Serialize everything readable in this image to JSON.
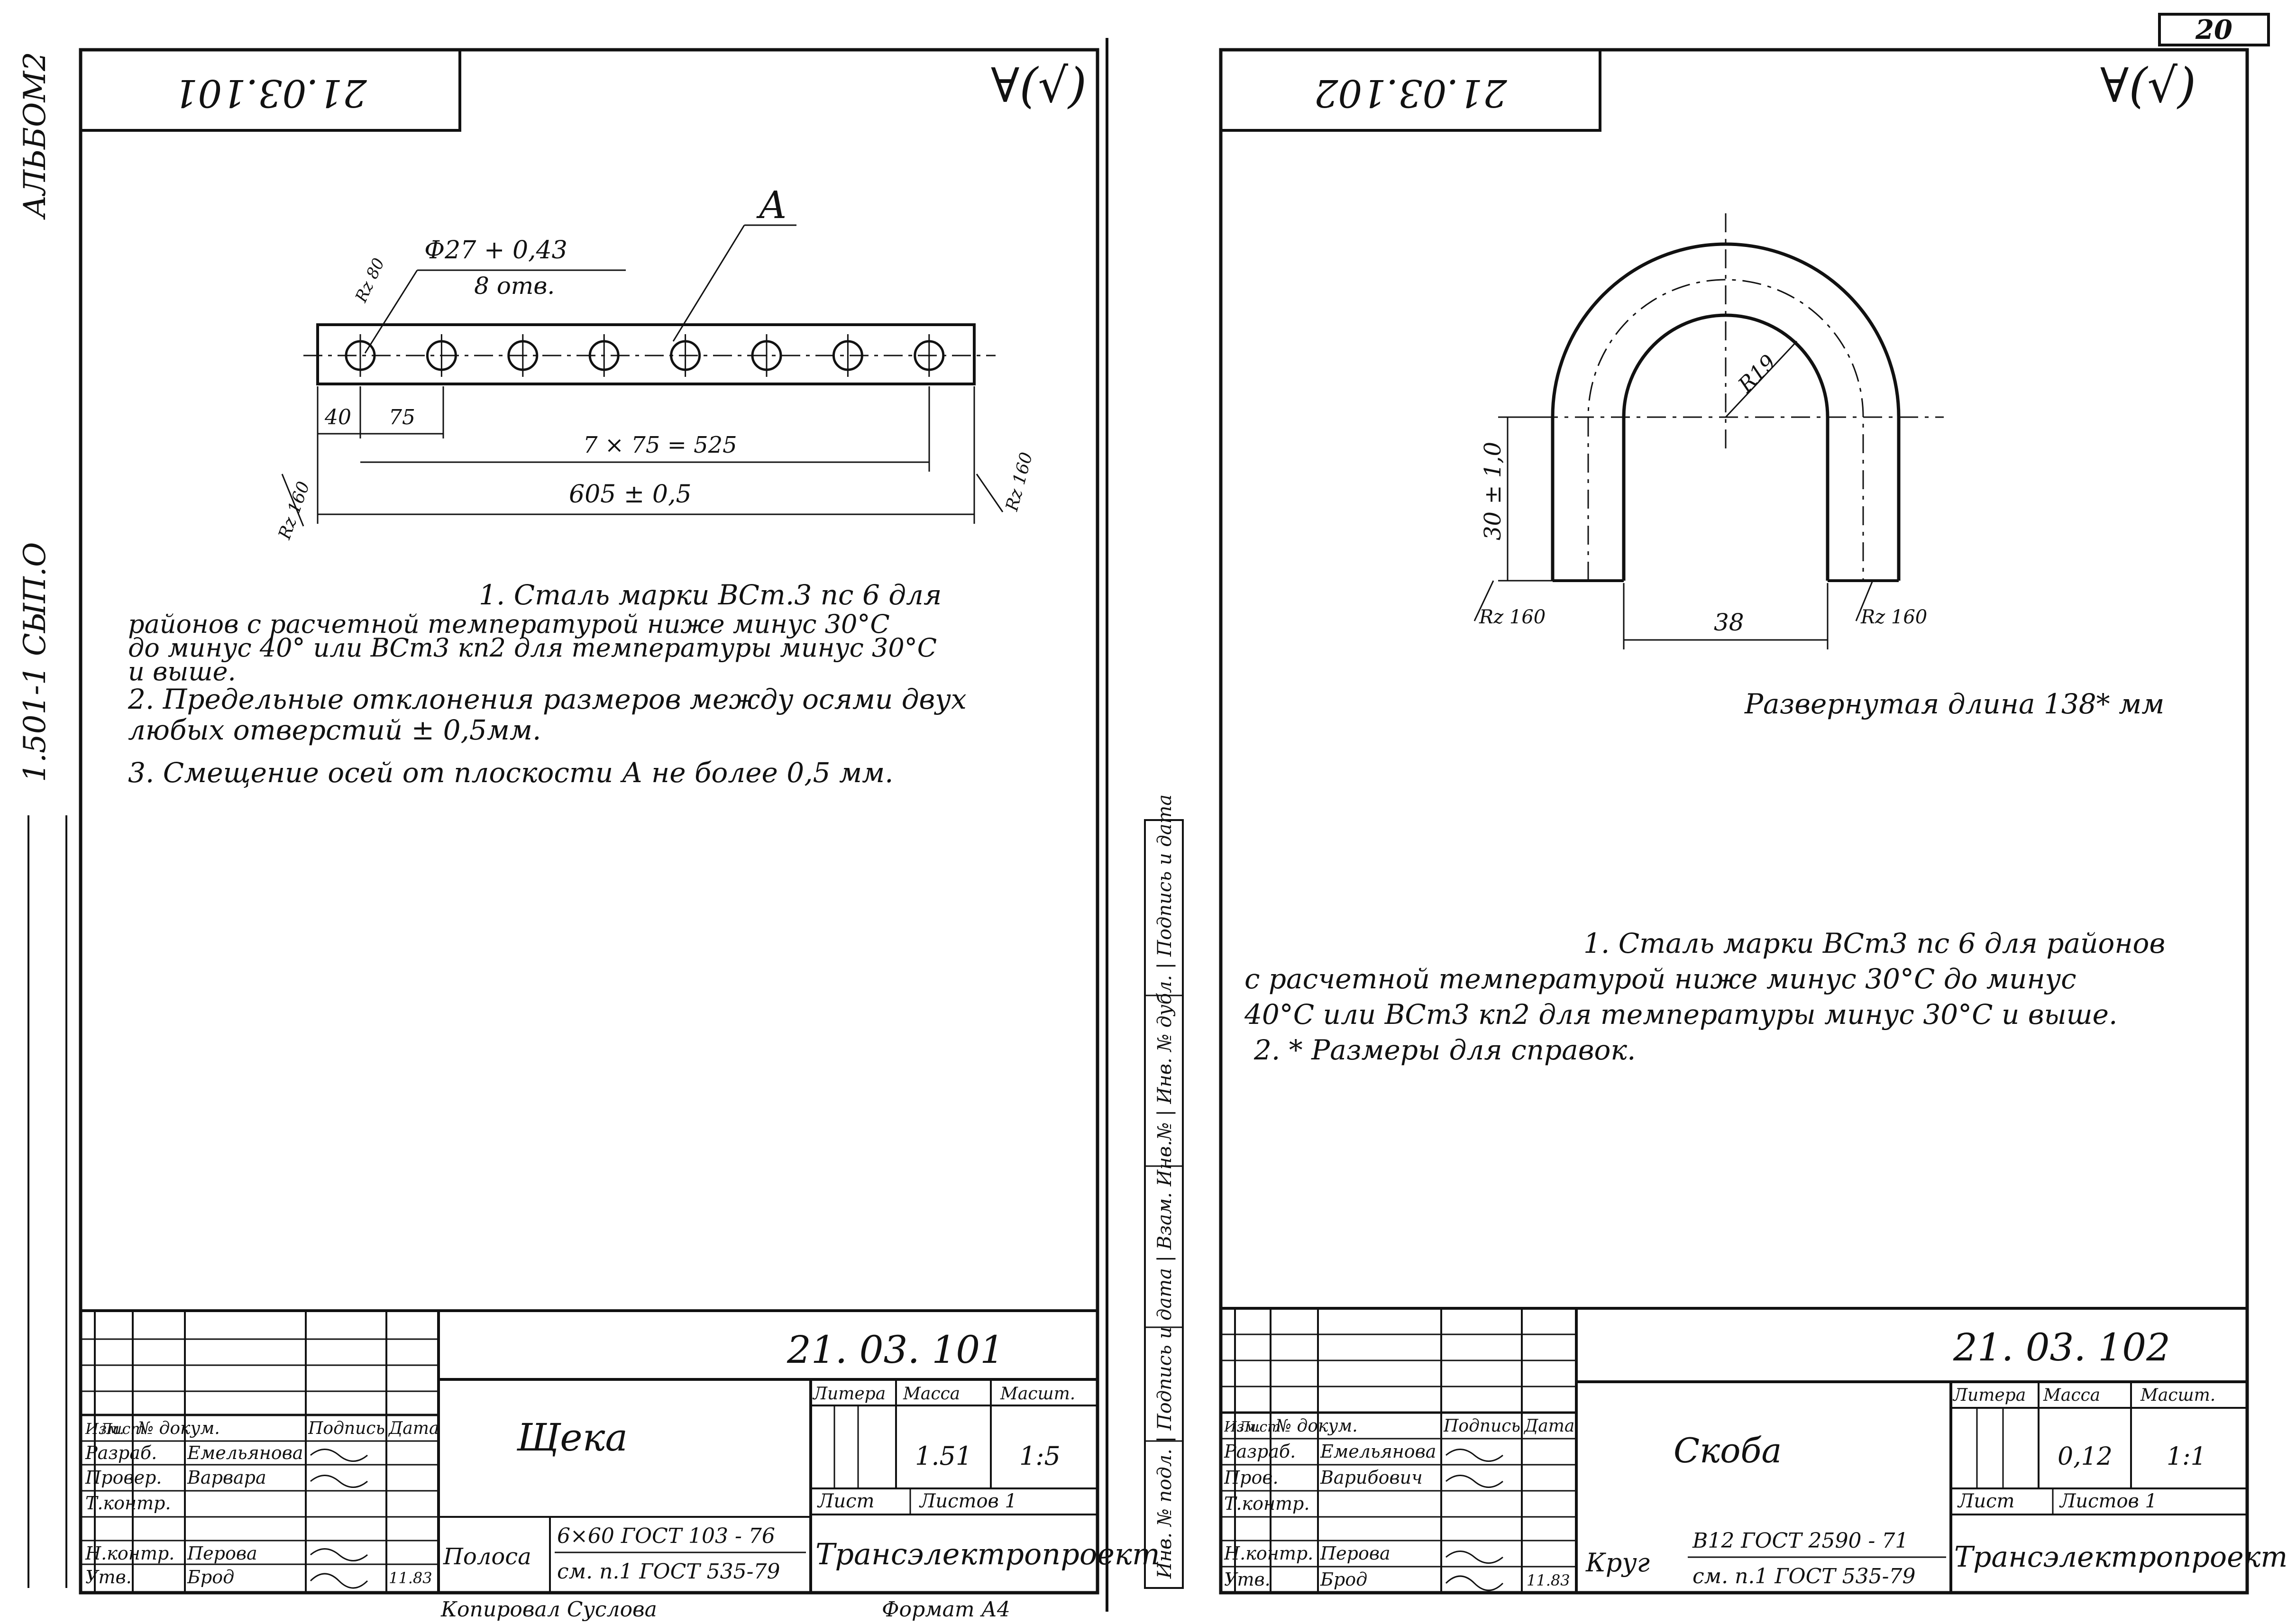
{
  "page_number": "20",
  "side_stamp": {
    "album": "АЛЬБОМ2",
    "series": "1.501-1 СЫП.О",
    "vertical_labels": "Инв. № подл. | Подпись и дата | Взам. Инв.№ | Инв. № дубл. | Подпись и дата"
  },
  "left": {
    "code_rotated": "21.03.101",
    "roughness": "∀(√)",
    "drawing": {
      "hole_dim": "Ф27 + 0,43",
      "hole_count": "8 отв.",
      "rz_hole": "Rz 80",
      "plane_label": "А",
      "dim_edge": "40",
      "dim_pitch": "75",
      "dim_chain": "7 × 75 = 525",
      "dim_total": "605 ± 0,5",
      "rz_left": "Rz 160",
      "rz_right": "Rz 160"
    },
    "notes": [
      "1. Сталь марки ВСт.3 пс 6 для",
      "районов с расчетной температурой ниже минус 30°С",
      "до минус 40° или ВСт3 кп2 для температуры минус 30°С",
      "и выше.",
      "2. Предельные отклонения размеров между осями двух",
      "любых отверстий ± 0,5мм.",
      "3. Смещение осей от плоскости А не более 0,5 мм."
    ],
    "title_block": {
      "doc_number": "21. 03. 101",
      "name": "Щека",
      "col_headers": [
        "Изм.",
        "Лист",
        "№ докум.",
        "Подпись",
        "Дата"
      ],
      "roles": [
        "Разраб.",
        "Провер.",
        "Т.контр.",
        "",
        "Н.контр.",
        "Утв."
      ],
      "names": [
        "Емельянова",
        "Варвара",
        "",
        "",
        "Перова",
        "Брод"
      ],
      "date": "11.83",
      "litera_label": "Литера",
      "mass_label": "Масса",
      "scale_label": "Масшт.",
      "mass": "1.51",
      "scale": "1:5",
      "sheet_label": "Лист",
      "sheets_label": "Листов 1",
      "material_prefix": "Полоса",
      "material_line1": "6×60 ГОСТ 103 - 76",
      "material_line2": "см. п.1 ГОСТ 535-79",
      "org": "Трансэлектропроект",
      "copied_by": "Копировал   Суслова",
      "format": "Формат А4"
    }
  },
  "right": {
    "code_rotated": "21.03.102",
    "roughness": "∀(√)",
    "drawing": {
      "radius": "R19",
      "height_dim": "30 ± 1,0",
      "width_dim": "38",
      "rz_left": "Rz 160",
      "rz_right": "Rz 160",
      "developed_length": "Развернутая длина 138* мм"
    },
    "notes": [
      "1. Сталь марки ВСт3 пс 6 для районов",
      "с расчетной температурой ниже минус 30°С до минус",
      "40°С или ВСт3 кп2 для температуры минус 30°С и выше.",
      "2. * Размеры   для   справок."
    ],
    "title_block": {
      "doc_number": "21. 03. 102",
      "name": "Скоба",
      "col_headers": [
        "Изм.",
        "Лист",
        "№ докум.",
        "Подпись",
        "Дата"
      ],
      "roles": [
        "Разраб.",
        "Пров.",
        "Т.контр.",
        "",
        "Н.контр.",
        "Утв."
      ],
      "names": [
        "Емельянова",
        "Варибович",
        "",
        "",
        "Перова",
        "Брод"
      ],
      "date": "11.83",
      "litera_label": "Литера",
      "mass_label": "Масса",
      "scale_label": "Масшт.",
      "mass": "0,12",
      "scale": "1:1",
      "sheet_label": "Лист",
      "sheets_label": "Листов 1",
      "material_prefix": "Круг",
      "material_line1": "В12 ГОСТ 2590 - 71",
      "material_line2": "см. п.1 ГОСТ 535-79",
      "org": "Трансэлектропроект"
    }
  }
}
